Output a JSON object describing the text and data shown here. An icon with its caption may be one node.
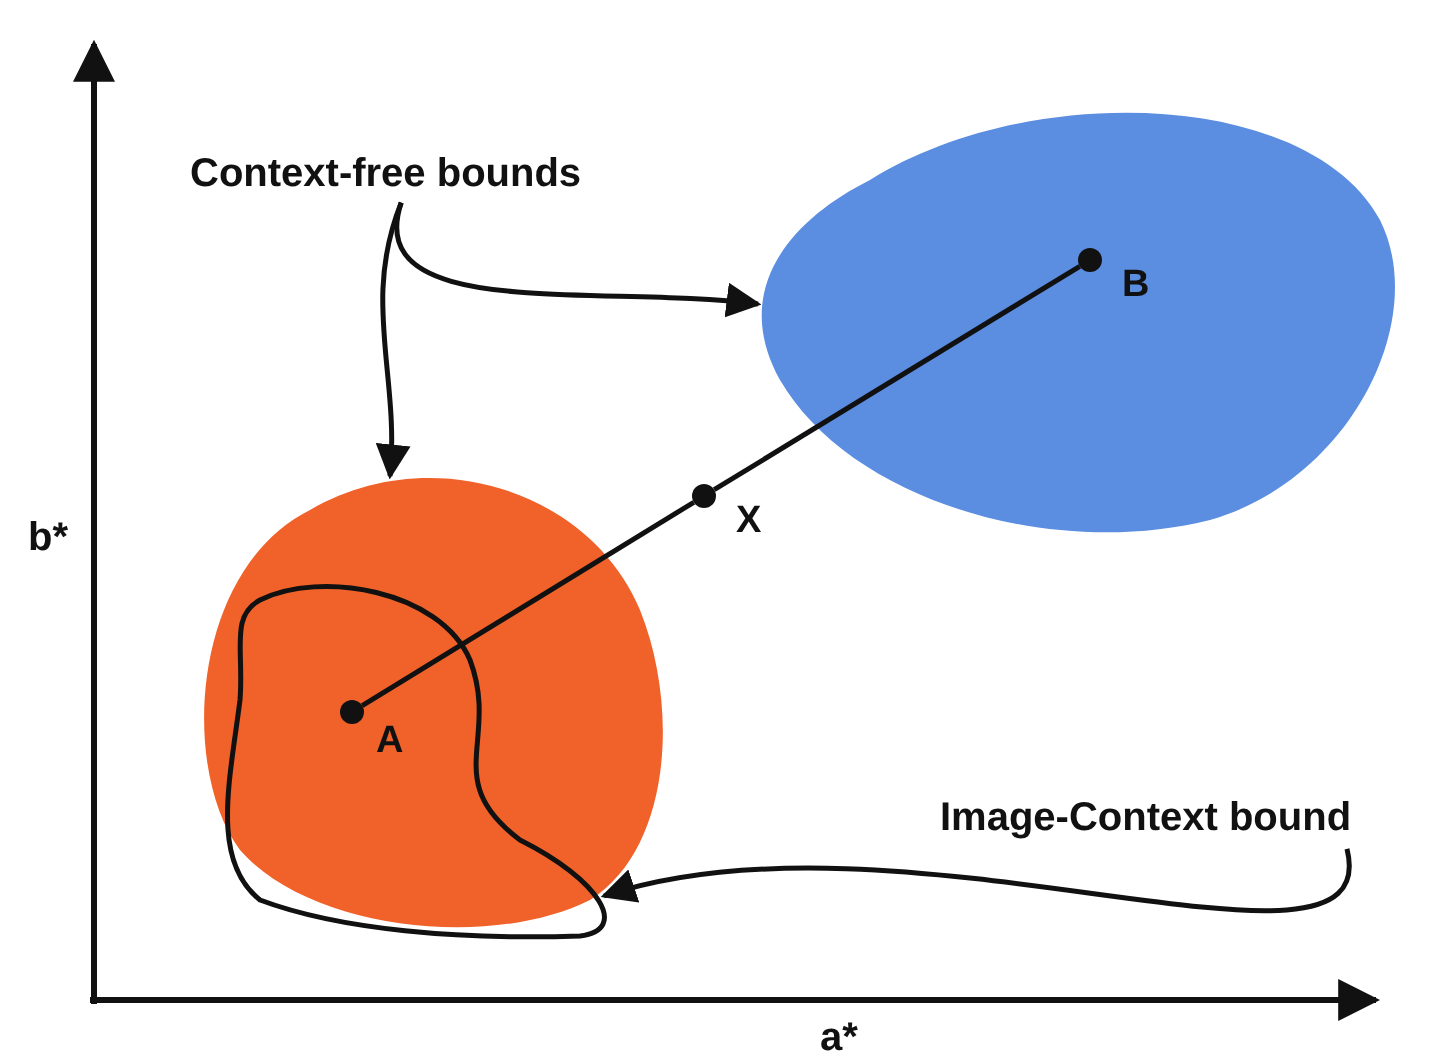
{
  "diagram": {
    "nodes": [
      {
        "text": [
          "Context-free bounds"
        ]
      },
      {
        "text": [],
        "shape": "blob"
      },
      {
        "text": [],
        "shape": "circle",
        "beside": [
          "B"
        ],
        "in": 1
      },
      {
        "text": [],
        "shape": "circle",
        "beside": [
          "X"
        ]
      },
      {
        "text": [],
        "shape": "blob"
      },
      {
        "text": [],
        "shape": "blob",
        "in": 4
      },
      {
        "text": [],
        "shape": "circle",
        "beside": [
          "A"
        ],
        "in": 5
      },
      {
        "text": [
          "Image-Context bound"
        ]
      }
    ],
    "edges": [
      {
        "from": 0,
        "to": 1,
        "arrow": "to"
      },
      {
        "from": 0,
        "to": 4,
        "arrow": "to"
      },
      {
        "from": 6,
        "to": 3,
        "arrow": "none"
      },
      {
        "from": 3,
        "to": 2,
        "arrow": "none"
      },
      {
        "from": 7,
        "to": 5,
        "arrow": "to"
      }
    ],
    "labels": [
      "b*",
      "a*"
    ]
  }
}
